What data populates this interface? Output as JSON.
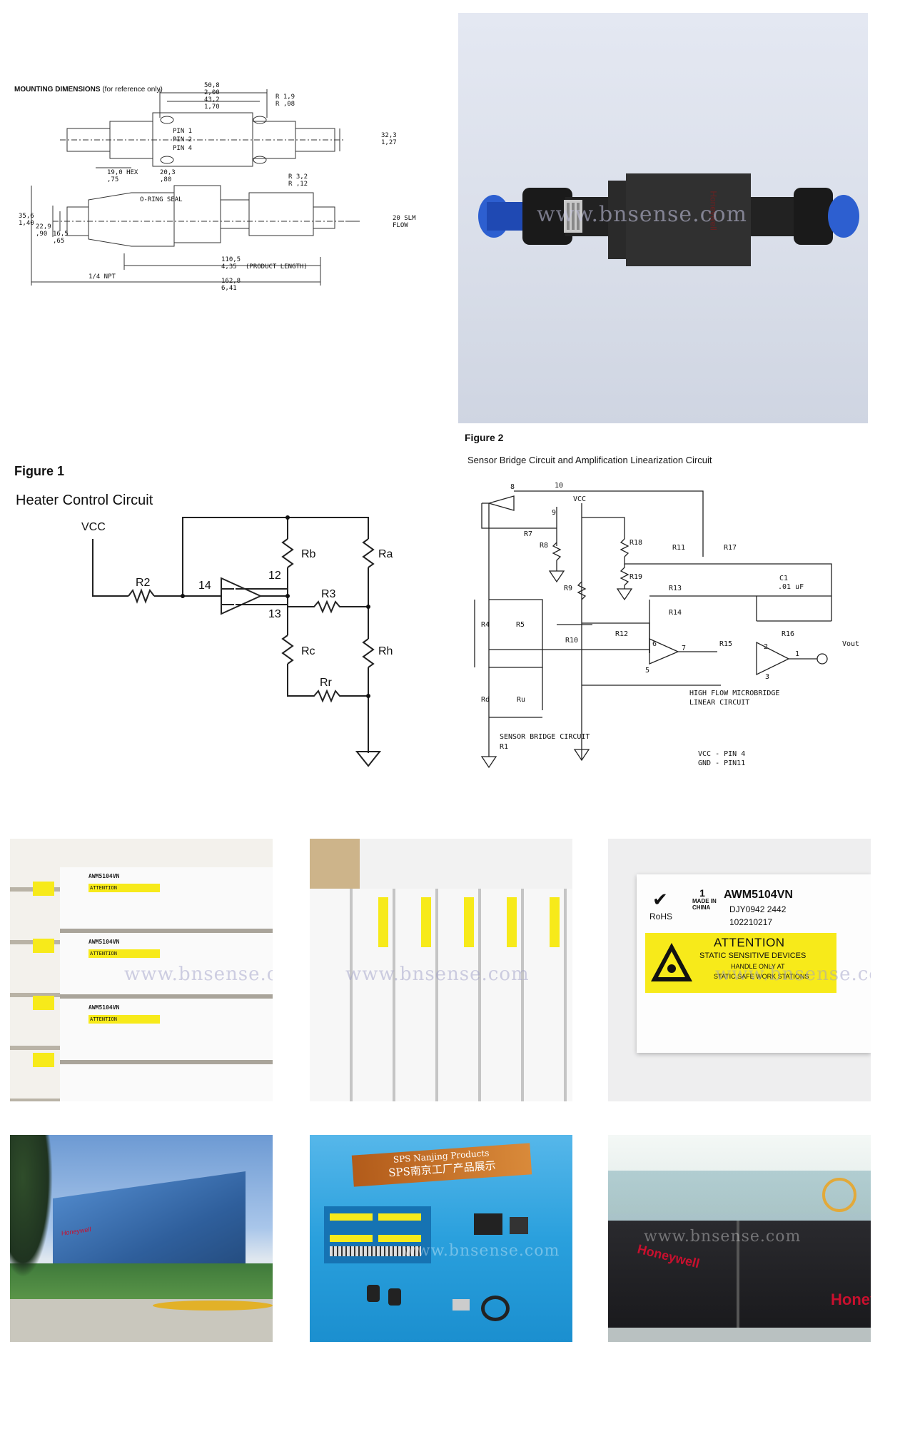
{
  "mounting": {
    "title": "MOUNTING DIMENSIONS",
    "note": "(for reference only)",
    "dims": {
      "d50_8": "50,8",
      "d2_00": "2,00",
      "d43_2": "43,2",
      "d1_70": "1,70",
      "r1_9": "R 1,9",
      "r08": "R ,08",
      "pin1": "PIN 1",
      "pin2": "PIN 2",
      "pin4": "PIN 4",
      "d32_3": "32,3",
      "d1_27": "1,27",
      "hex": "19,0 HEX",
      "hex_in": ",75",
      "d20_3": "20,3",
      "d80": ",80",
      "r3_2": "R 3,2",
      "r12": "R ,12",
      "oring": "O-RING SEAL",
      "d35_6": "35,6",
      "d1_40": "1,40",
      "d22_9": "22,9",
      "d90": ",90",
      "d16_5": "16,5",
      "d65": ",65",
      "flow": "20 SLM",
      "flow2": "FLOW",
      "d110_5": "110,5",
      "d4_35": "4,35",
      "prodlen": "(PRODUCT LENGTH)",
      "npt": "1/4 NPT",
      "d162_8": "162,8",
      "d6_41": "6,41"
    }
  },
  "sensor_photo": {
    "brand": "Honeywell",
    "watermark": "www.bnsense.com"
  },
  "figure1": {
    "caption": "Figure 1",
    "subtitle": "Heater Control Circuit",
    "labels": {
      "vcc": "VCC",
      "r2": "R2",
      "n14": "14",
      "n12": "12",
      "n13": "13",
      "rb": "Rb",
      "ra": "Ra",
      "r3": "R3",
      "rc": "Rc",
      "rh": "Rh",
      "rr": "Rr"
    }
  },
  "figure2": {
    "caption": "Figure 2",
    "subtitle": "Sensor Bridge Circuit and Amplification Linearization Circuit",
    "labels": {
      "n8": "8",
      "n10": "10",
      "n9": "9",
      "vcc": "VCC",
      "r7": "R7",
      "r8": "R8",
      "r18": "R18",
      "r11": "R11",
      "r17": "R17",
      "r19": "R19",
      "r9": "R9",
      "c1": "C1",
      "c1v": ".01 uF",
      "r13": "R13",
      "r4": "R4",
      "r5": "R5",
      "r14": "R14",
      "r12": "R12",
      "r16": "R16",
      "r10": "R10",
      "n6": "6",
      "n7": "7",
      "r15": "R15",
      "n2": "2",
      "n1": "1",
      "vout": "Vout",
      "n5": "5",
      "n3": "3",
      "rd": "Rd",
      "ru": "Ru",
      "hf1": "HIGH FLOW MICROBRIDGE",
      "hf2": "LINEAR CIRCUIT",
      "sbc": "SENSOR BRIDGE CIRCUIT",
      "r1": "R1",
      "vccpin": "VCC - PIN 4",
      "gndpin": "GND - PIN11"
    }
  },
  "boxes": {
    "part": "AWM5104VN",
    "code": "DJY0942  2442",
    "serial": "102210217",
    "rohs": "RoHS",
    "made": "MADE IN CHINA",
    "attention": "ATTENTION",
    "static": "STATIC SENSITIVE DEVICES",
    "handle": "HANDLE ONLY AT",
    "stations": "STATIC SAFE WORK STATIONS",
    "one": "1"
  },
  "showcase": {
    "sign1": "SPS Nanjing Products",
    "sign2": "SPS南京工厂产品展示",
    "brand": "Honeywell",
    "watermark": "www.bnsense.com"
  },
  "colors": {
    "yellow": "#f7ea1a",
    "blue": "#2d6fd6",
    "sky": "#6fa6e8",
    "glass": "#39b7e8",
    "red": "#c8102e"
  }
}
